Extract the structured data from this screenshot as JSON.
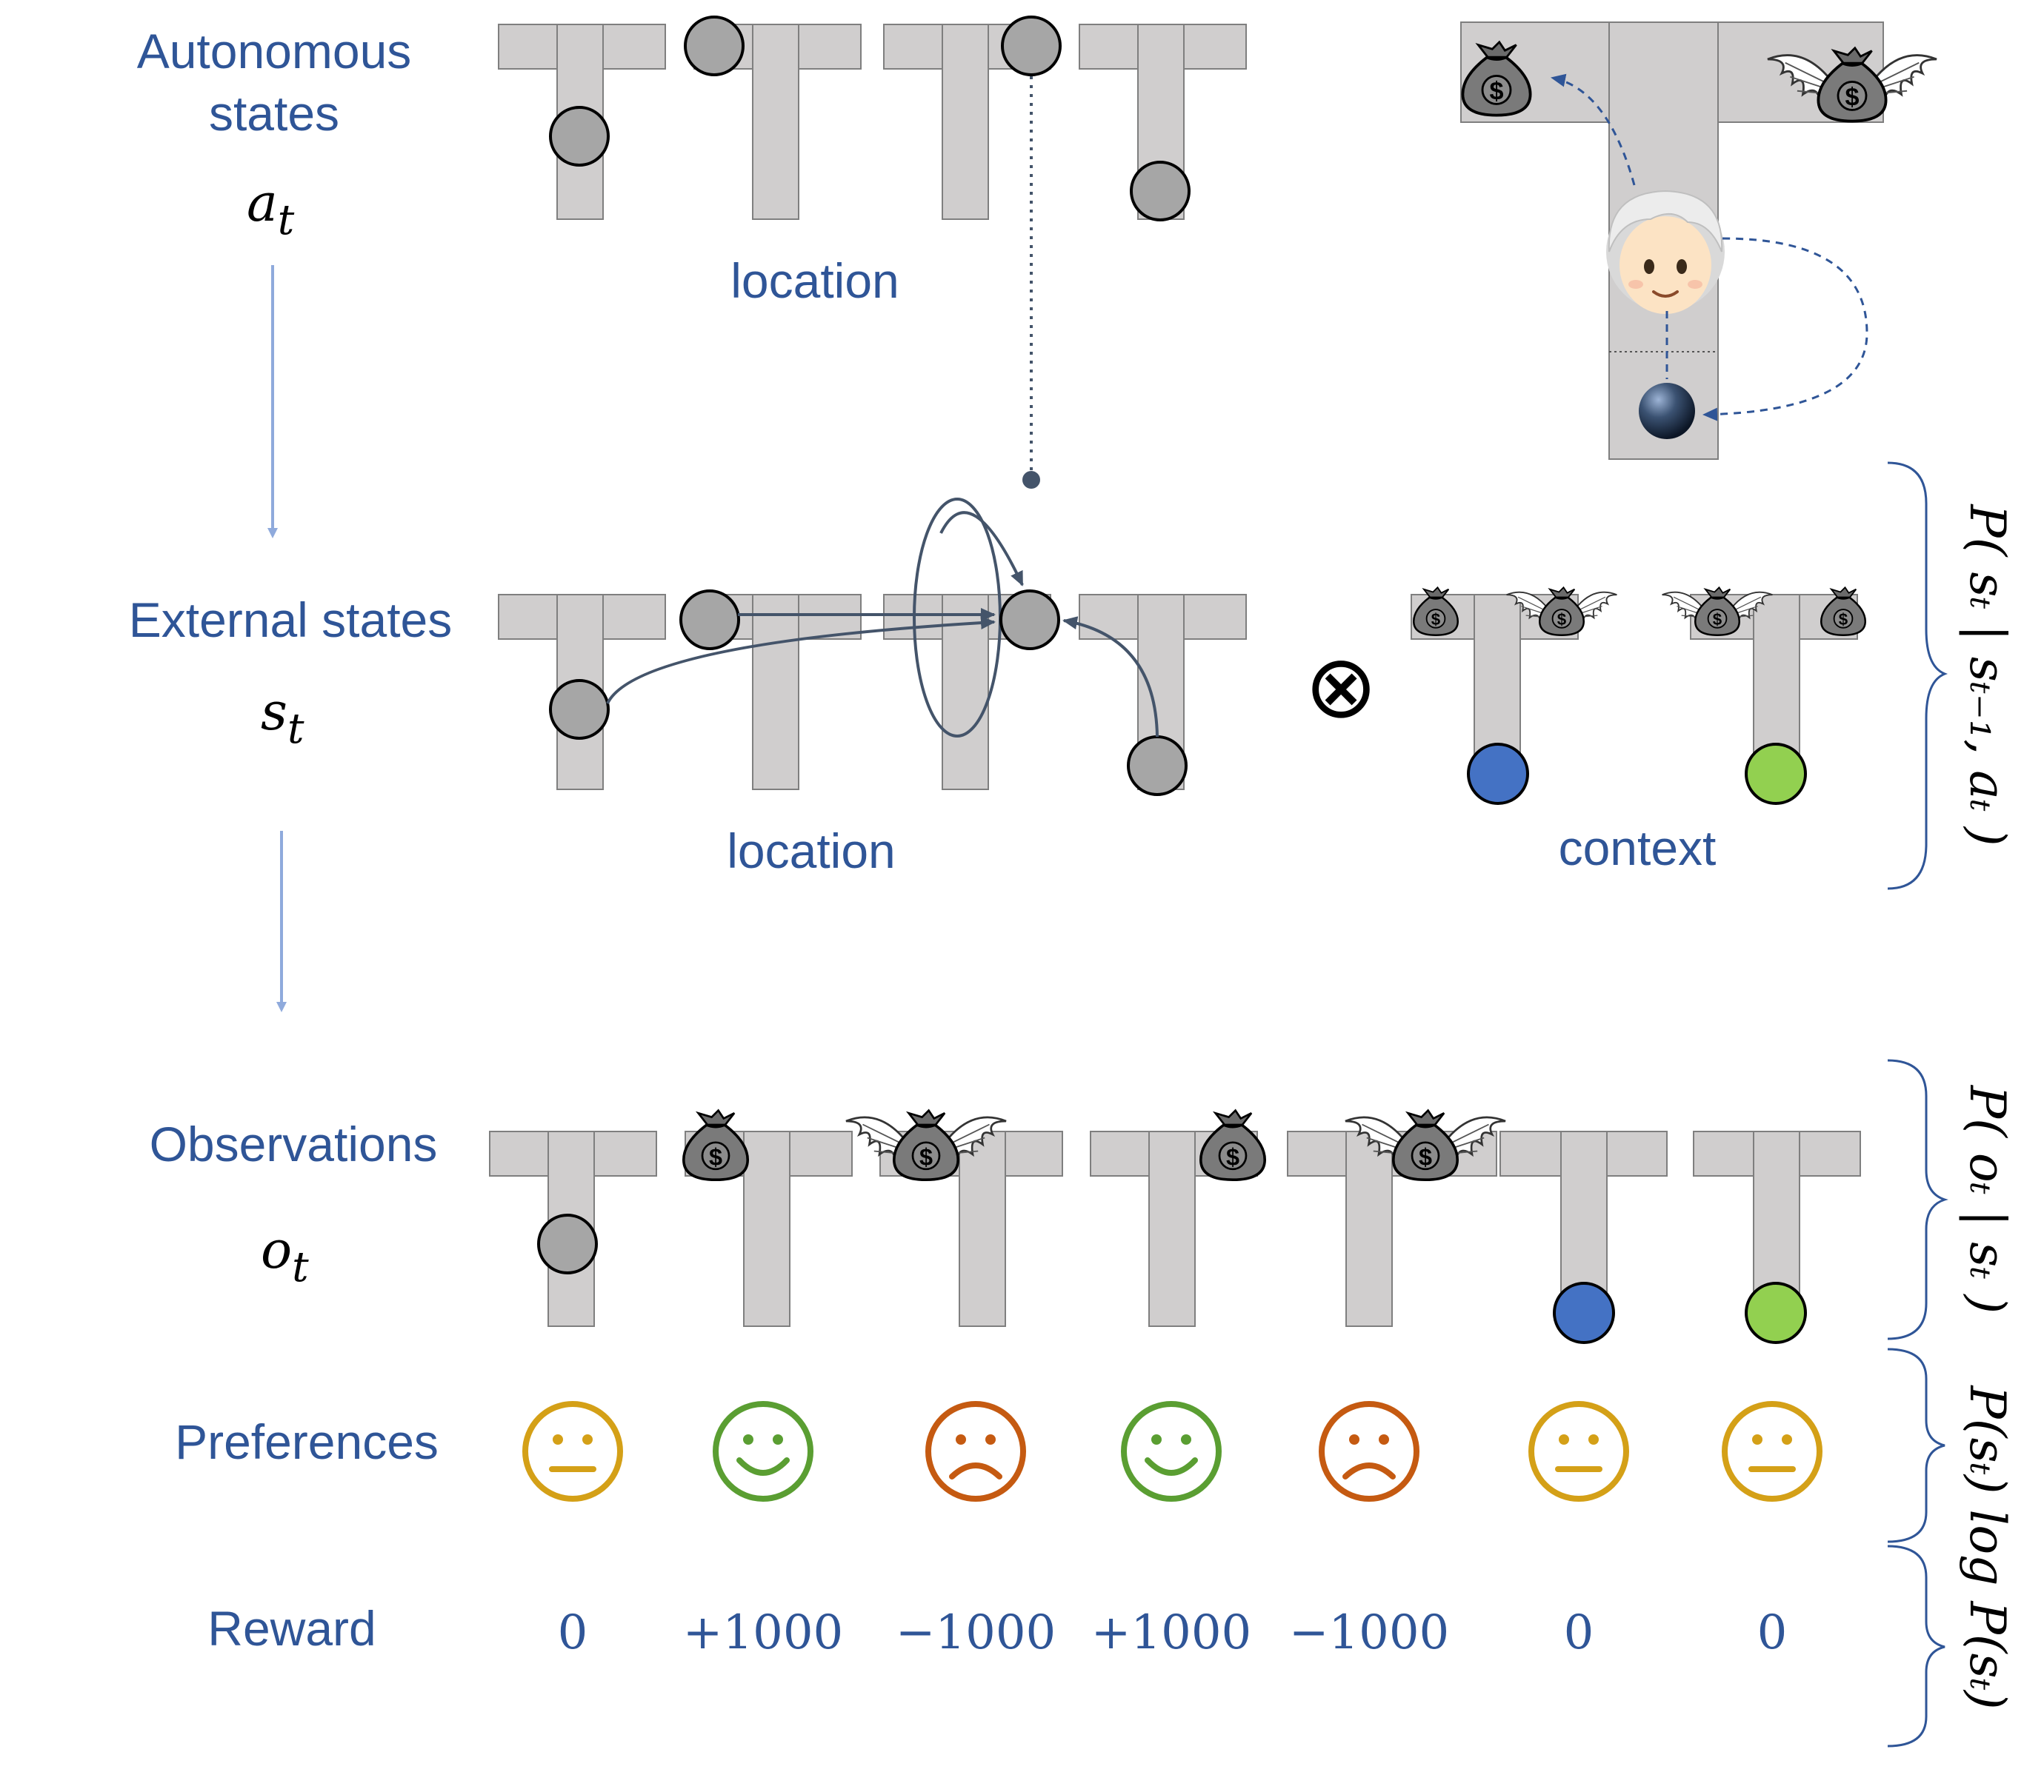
{
  "labels": {
    "autonomous_states": [
      "Autonomous",
      "states"
    ],
    "autonomous_symbol": "a",
    "autonomous_subscript": "t",
    "external_states": "External states",
    "external_symbol": "s",
    "external_subscript": "t",
    "observations": "Observations",
    "observations_symbol": "o",
    "observations_subscript": "t",
    "preferences": "Preferences",
    "reward": "Reward",
    "location_top": "location",
    "location_mid": "location",
    "context": "context",
    "otimes": "⊗"
  },
  "probabilities": {
    "transition": "P( sₜ | sₜ₋₁, aₜ )",
    "likelihood": "P( oₜ | sₜ )",
    "expected_reward": "P(sₜ) log P(sₜ)"
  },
  "observations": [
    {
      "type": "start-location",
      "preference": "neutral",
      "reward": "0"
    },
    {
      "type": "reward-left",
      "preference": "happy",
      "reward": "+1000"
    },
    {
      "type": "loss-left",
      "preference": "sad",
      "reward": "−1000"
    },
    {
      "type": "reward-right",
      "preference": "happy",
      "reward": "+1000"
    },
    {
      "type": "loss-right",
      "preference": "sad",
      "reward": "−1000"
    },
    {
      "type": "cue-blue",
      "preference": "neutral",
      "reward": "0"
    },
    {
      "type": "cue-green",
      "preference": "neutral",
      "reward": "0"
    }
  ],
  "colors": {
    "label_blue": "#2f5597",
    "maze_fill": "#d0cece",
    "agent_grey": "#a6a6a6",
    "cue_blue": "#4472c4",
    "cue_green": "#92d050",
    "neutral_face": "#d4a017",
    "happy_face": "#5a9e32",
    "sad_face": "#c55a11",
    "arrow_light": "#8faadc",
    "arrow_dark": "#44546a"
  },
  "icons": {
    "money_bag": "money-bag-icon",
    "winged_bag": "winged-money-bag-icon",
    "child": "child-face-icon",
    "ball": "ball-icon",
    "smiley_neutral": "neutral-face-icon",
    "smiley_happy": "happy-face-icon",
    "smiley_sad": "sad-face-icon"
  }
}
